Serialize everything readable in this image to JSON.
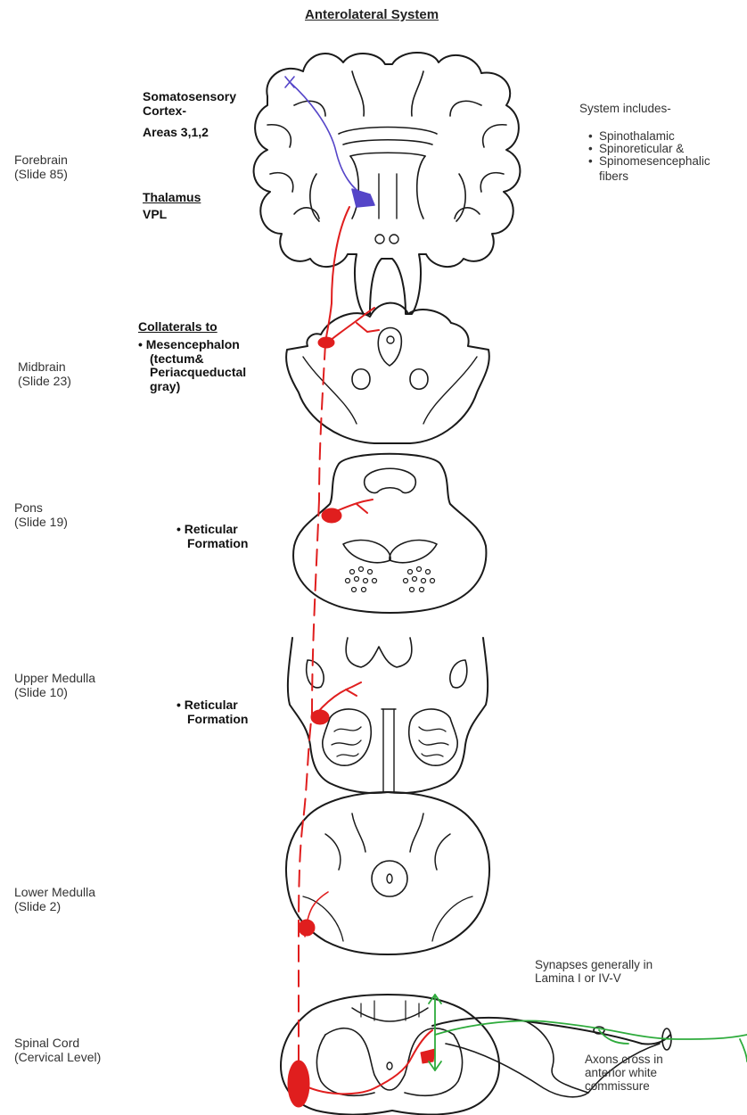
{
  "title": "Anterolateral System",
  "levels": {
    "forebrain": [
      "Forebrain",
      "(Slide 85)"
    ],
    "midbrain": [
      "Midbrain",
      "(Slide 23)"
    ],
    "pons": [
      "Pons",
      "(Slide 19)"
    ],
    "upper_medulla": [
      "Upper Medulla",
      "(Slide 10)"
    ],
    "lower_medulla": [
      "Lower Medulla",
      "(Slide 2)"
    ],
    "spinal_cord": [
      "Spinal Cord",
      "(Cervical Level)"
    ]
  },
  "labels": {
    "cortex": [
      "Somatosensory",
      "Cortex-"
    ],
    "areas": "Areas 3,1,2",
    "thalamus": "Thalamus",
    "vpl": "VPL",
    "collaterals": "Collaterals to",
    "mesencephalon": [
      "Mesencephalon",
      "(tectum&",
      "Periacqueductal",
      "gray)"
    ],
    "reticular_pons": [
      "Reticular",
      "Formation"
    ],
    "reticular_medulla": [
      "Reticular",
      "Formation"
    ],
    "synapses": [
      "Synapses generally in",
      "Lamina  I or IV-V"
    ],
    "axons": [
      "Axons cross in",
      "anterior white",
      "commissure"
    ]
  },
  "system": {
    "heading": "System includes-",
    "items": [
      "Spinothalamic",
      "Spinoreticular &",
      "Spinomesencephalic"
    ],
    "continuation": "fibers"
  },
  "colors": {
    "anterolateral_tract": "#e01e1e",
    "thalamocortical": "#5545c8",
    "primary_afferent": "#2eab3c",
    "outline": "#1a1a1a"
  }
}
